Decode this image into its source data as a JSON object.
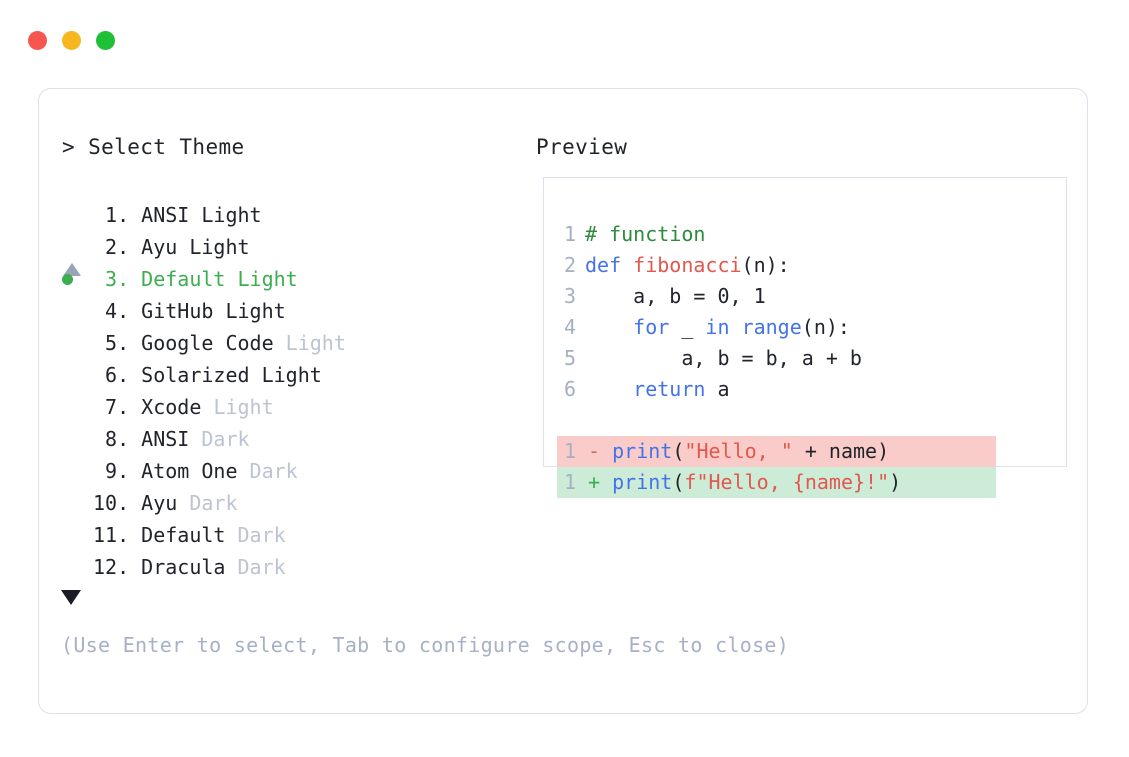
{
  "window": {
    "traffic_lights": [
      {
        "name": "close",
        "color": "#f6564e"
      },
      {
        "name": "minimize",
        "color": "#f6b721"
      },
      {
        "name": "maximize",
        "color": "#1fbf38"
      }
    ]
  },
  "prompt": {
    "marker": ">",
    "title": "Select Theme",
    "full": "> Select Theme"
  },
  "preview": {
    "header": "Preview"
  },
  "scroll": {
    "up_icon": "triangle-up-icon",
    "down_icon": "triangle-down-icon",
    "up_color": "#9aa4b8",
    "down_color": "#1b1d26"
  },
  "selection": {
    "selected_index": 3,
    "bullet_color": "#3cae4f",
    "selected_color": "#3cae4f"
  },
  "themes": [
    {
      "num": " 1.",
      "name": "ANSI",
      "variant": "Light",
      "variant_muted": false,
      "selected": false
    },
    {
      "num": " 2.",
      "name": "Ayu",
      "variant": "Light",
      "variant_muted": false,
      "selected": false
    },
    {
      "num": " 3.",
      "name": "Default",
      "variant": "Light",
      "variant_muted": false,
      "selected": true
    },
    {
      "num": " 4.",
      "name": "GitHub",
      "variant": "Light",
      "variant_muted": false,
      "selected": false
    },
    {
      "num": " 5.",
      "name": "Google Code",
      "variant": "Light",
      "variant_muted": true,
      "selected": false
    },
    {
      "num": " 6.",
      "name": "Solarized",
      "variant": "Light",
      "variant_muted": false,
      "selected": false
    },
    {
      "num": " 7.",
      "name": "Xcode",
      "variant": "Light",
      "variant_muted": true,
      "selected": false
    },
    {
      "num": " 8.",
      "name": "ANSI",
      "variant": "Dark",
      "variant_muted": true,
      "selected": false
    },
    {
      "num": " 9.",
      "name": "Atom One",
      "variant": "Dark",
      "variant_muted": true,
      "selected": false
    },
    {
      "num": "10.",
      "name": "Ayu",
      "variant": "Dark",
      "variant_muted": true,
      "selected": false
    },
    {
      "num": "11.",
      "name": "Default",
      "variant": "Dark",
      "variant_muted": true,
      "selected": false
    },
    {
      "num": "12.",
      "name": "Dracula",
      "variant": "Dark",
      "variant_muted": true,
      "selected": false
    }
  ],
  "code": {
    "lines": [
      {
        "ln": "1",
        "tokens": [
          {
            "t": "# function",
            "c": "comment"
          }
        ]
      },
      {
        "ln": "2",
        "tokens": [
          {
            "t": "def ",
            "c": "keyword"
          },
          {
            "t": "fibonacci",
            "c": "func"
          },
          {
            "t": "(n):",
            "c": "plain"
          }
        ]
      },
      {
        "ln": "3",
        "tokens": [
          {
            "t": "    a, b = 0, 1",
            "c": "plain"
          }
        ]
      },
      {
        "ln": "4",
        "tokens": [
          {
            "t": "    ",
            "c": "plain"
          },
          {
            "t": "for",
            "c": "keyword"
          },
          {
            "t": " _ ",
            "c": "plain"
          },
          {
            "t": "in",
            "c": "keyword"
          },
          {
            "t": " ",
            "c": "plain"
          },
          {
            "t": "range",
            "c": "builtin"
          },
          {
            "t": "(n):",
            "c": "plain"
          }
        ]
      },
      {
        "ln": "5",
        "tokens": [
          {
            "t": "        a, b = b, a + b",
            "c": "plain"
          }
        ]
      },
      {
        "ln": "6",
        "tokens": [
          {
            "t": "    ",
            "c": "plain"
          },
          {
            "t": "return",
            "c": "keyword"
          },
          {
            "t": " a",
            "c": "plain"
          }
        ]
      }
    ],
    "diff": [
      {
        "ln": "1",
        "sign": "-",
        "kind": "del",
        "tokens": [
          {
            "t": "print",
            "c": "builtin"
          },
          {
            "t": "(",
            "c": "plain"
          },
          {
            "t": "\"Hello, \"",
            "c": "string"
          },
          {
            "t": " + name)",
            "c": "plain"
          }
        ]
      },
      {
        "ln": "1",
        "sign": "+",
        "kind": "add",
        "tokens": [
          {
            "t": "print",
            "c": "builtin"
          },
          {
            "t": "(",
            "c": "plain"
          },
          {
            "t": "f\"Hello, {name}!\"",
            "c": "string"
          },
          {
            "t": ")",
            "c": "plain"
          }
        ]
      }
    ],
    "colors": {
      "line_number": "#a6b0bf",
      "comment": "#2e8b3d",
      "keyword": "#4473e8",
      "function": "#e2574e",
      "builtin": "#4473e8",
      "string": "#e2574e",
      "plain": "#22242b",
      "diff_del_bg": "#f9ccc9",
      "diff_add_bg": "#cdecd8"
    }
  },
  "hint": {
    "text": "(Use Enter to select, Tab to configure scope, Esc to close)"
  }
}
